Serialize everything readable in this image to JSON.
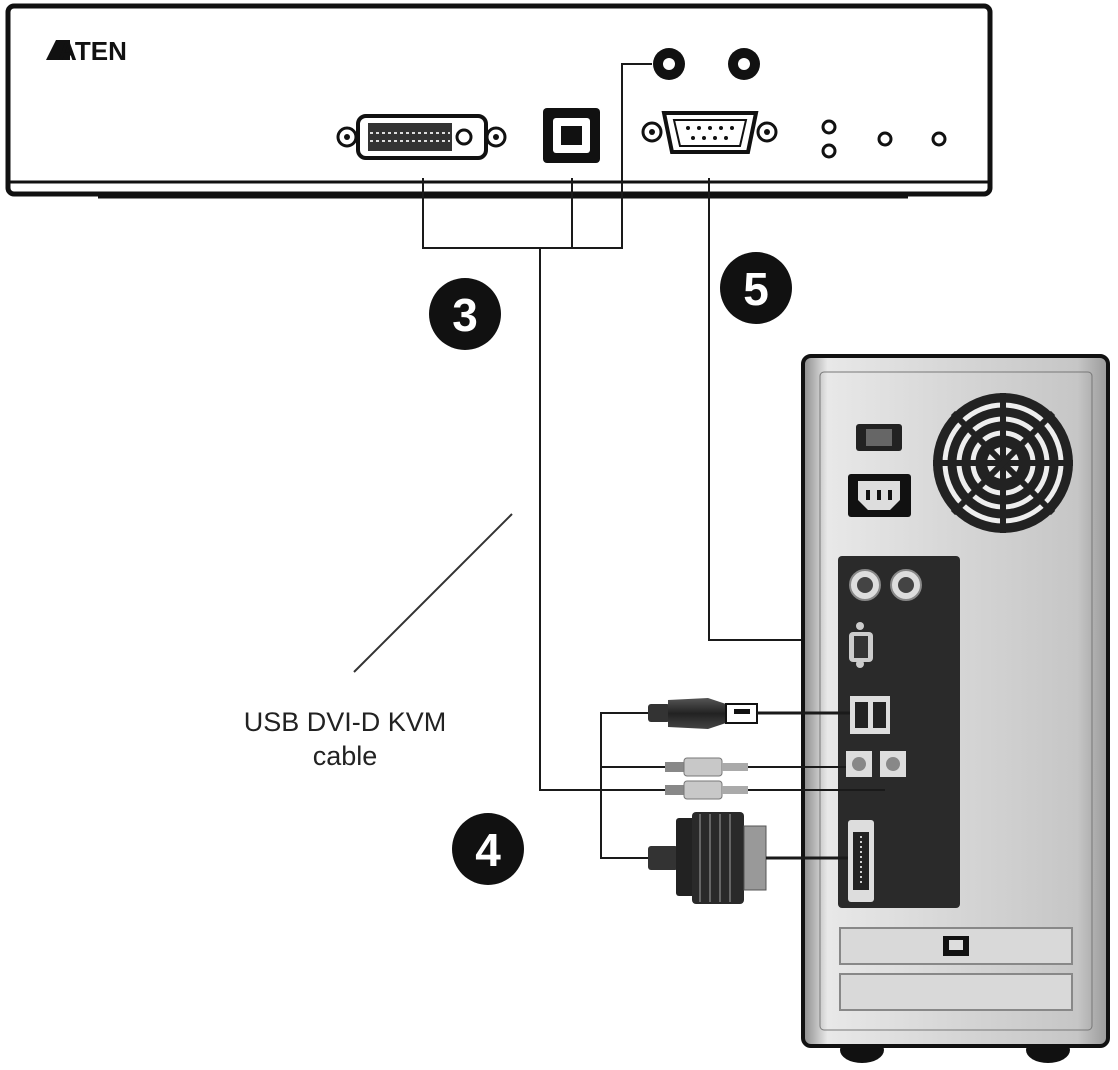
{
  "brand": {
    "logo_text": "ATEN"
  },
  "steps": [
    {
      "id": "step-3",
      "number": "3"
    },
    {
      "id": "step-4",
      "number": "4"
    },
    {
      "id": "step-5",
      "number": "5"
    }
  ],
  "cable_label": {
    "line1": "USB DVI-D KVM",
    "line2": "cable"
  },
  "colors": {
    "line": "#1a1a1a",
    "badge": "#111111",
    "device_face": "#ffffff",
    "pc_body": "#d8d8d8"
  }
}
